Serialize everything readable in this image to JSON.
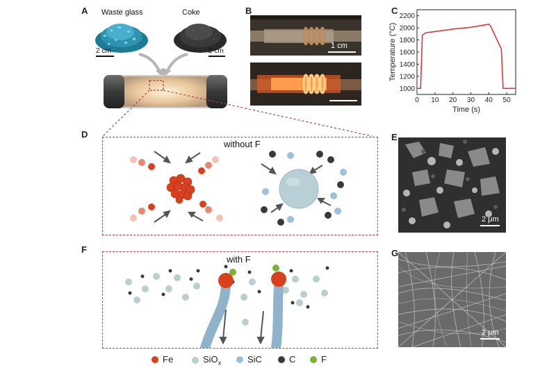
{
  "panels": {
    "A": "A",
    "B": "B",
    "C": "C",
    "D": "D",
    "E": "E",
    "F": "F",
    "G": "G"
  },
  "panel_a": {
    "waste_glass_label": "Waste glass",
    "coke_label": "Coke",
    "scale_left": "2 cm",
    "scale_right": "2 cm"
  },
  "panel_b": {
    "scale_top": "1 cm"
  },
  "panel_d": {
    "title": "without F"
  },
  "panel_e": {
    "scale": "2 μm"
  },
  "panel_f": {
    "title": "with F"
  },
  "panel_g": {
    "scale": "2 μm"
  },
  "legend": [
    {
      "label": "Fe",
      "color": "#d9411e"
    },
    {
      "label": "SiO",
      "sub": "x",
      "color": "#b9cfcf"
    },
    {
      "label": "SiC",
      "color": "#9cc0d6"
    },
    {
      "label": "C",
      "color": "#3a3a3a"
    },
    {
      "label": "F",
      "color": "#79b534"
    }
  ],
  "colors": {
    "dash": "#a9414a",
    "fe": "#d9411e",
    "sio": "#b9cfcf",
    "sic": "#9cc0d6",
    "c": "#3a3a3a",
    "f": "#79b534",
    "line": "#d23c3c"
  },
  "chart_data": {
    "type": "line",
    "xlabel": "Time (s)",
    "ylabel": "Temperature (°C)",
    "xlim": [
      0,
      55
    ],
    "ylim": [
      900,
      2300
    ],
    "xticks": [
      0,
      10,
      20,
      30,
      40,
      50
    ],
    "yticks": [
      1000,
      1200,
      1400,
      1600,
      1800,
      2000,
      2200
    ],
    "series": [
      {
        "x": [
          0,
          2,
          3,
          5,
          10,
          20,
          30,
          40,
          41,
          47,
          48,
          55
        ],
        "y": [
          1000,
          1000,
          1880,
          1920,
          1940,
          1980,
          2010,
          2060,
          2030,
          1650,
          1000,
          1000
        ]
      }
    ],
    "grid": false
  }
}
